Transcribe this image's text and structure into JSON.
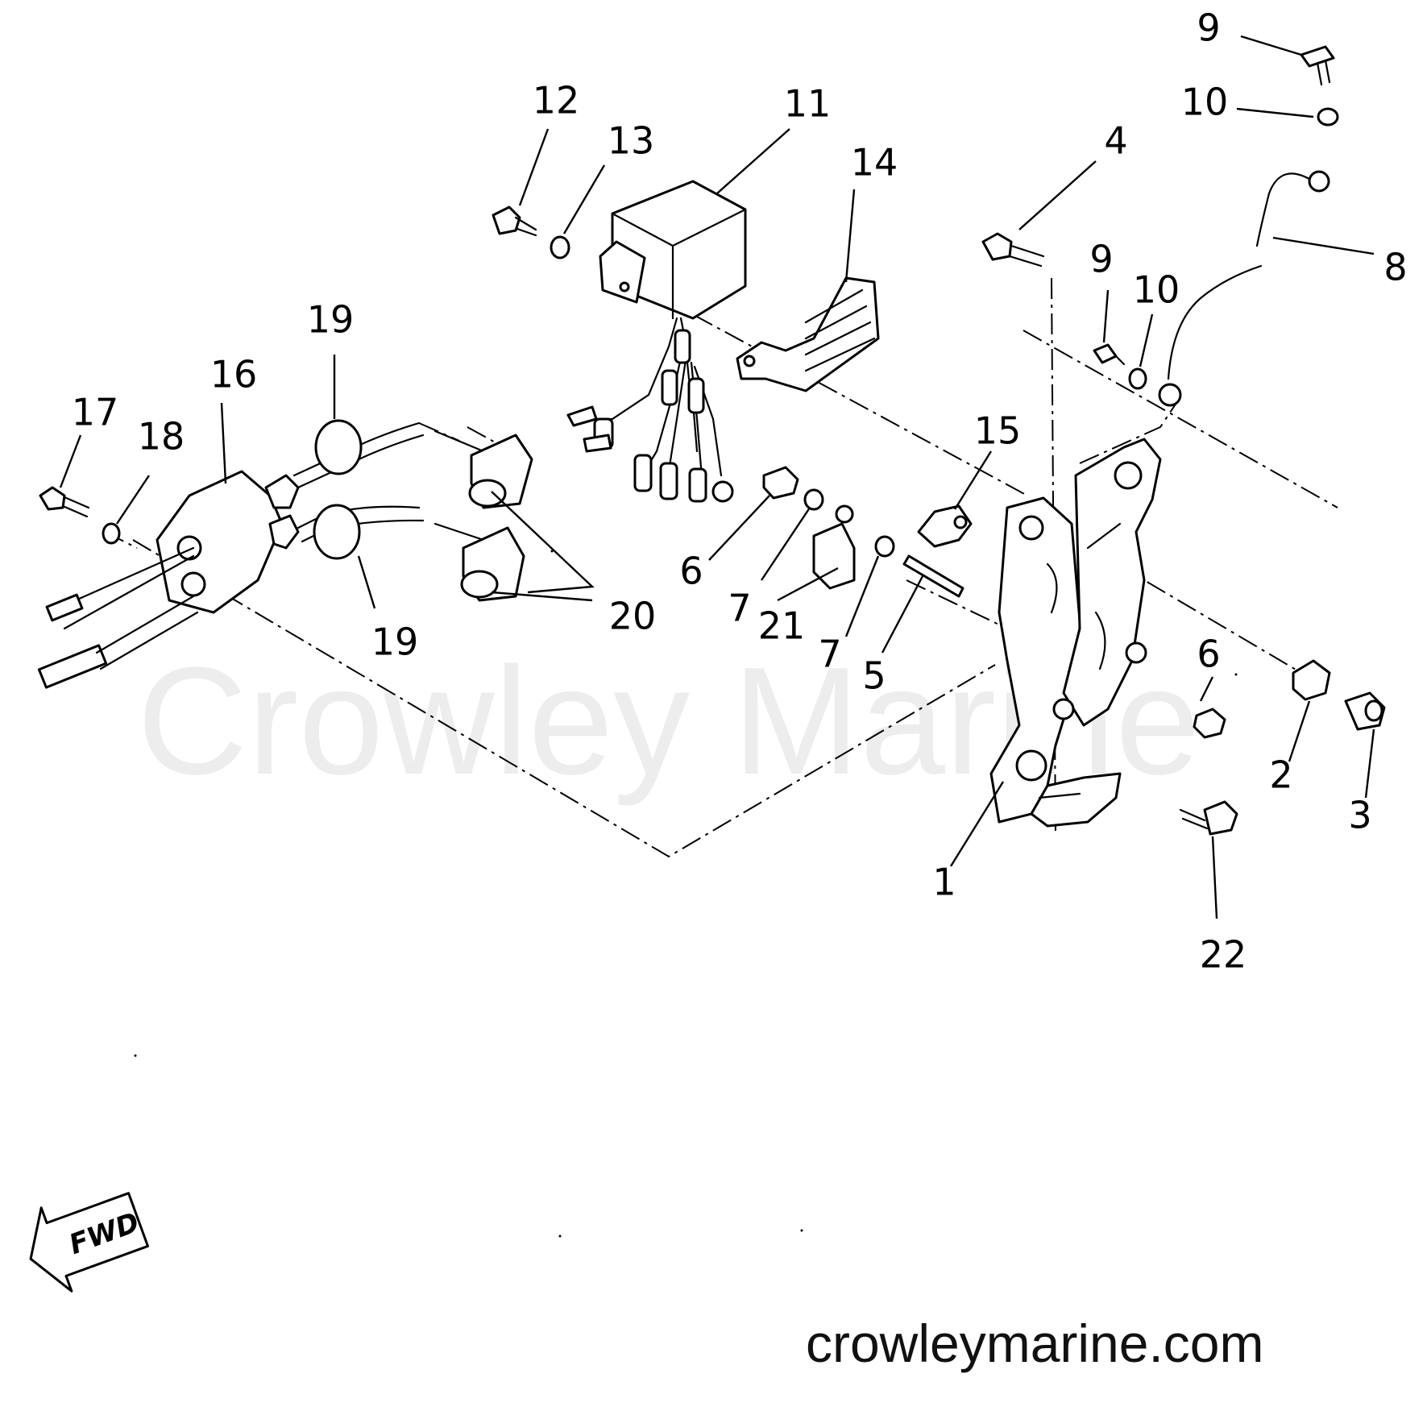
{
  "watermark": "Crowley Marine",
  "site_url": "crowleymarine.com",
  "fwd_label": "FWD",
  "callouts": [
    "1",
    "2",
    "3",
    "4",
    "5",
    "6",
    "6",
    "7",
    "7",
    "8",
    "9",
    "9",
    "10",
    "10",
    "11",
    "12",
    "13",
    "14",
    "15",
    "16",
    "17",
    "18",
    "19",
    "19",
    "20",
    "21",
    "22"
  ]
}
